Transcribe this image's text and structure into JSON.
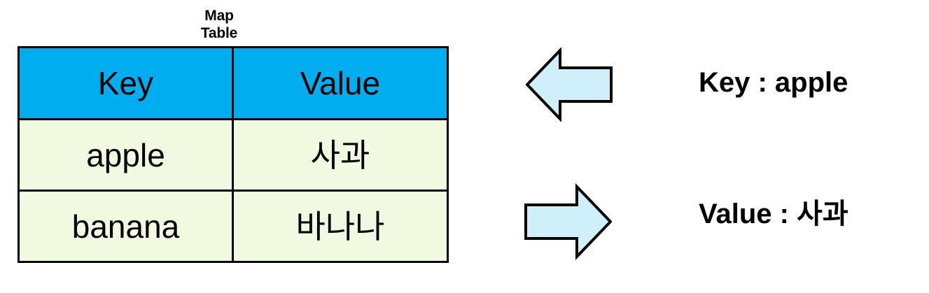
{
  "caption": {
    "line1": "Map",
    "line2": "Table"
  },
  "table": {
    "headers": [
      "Key",
      "Value"
    ],
    "rows": [
      {
        "key": "apple",
        "value": "사과"
      },
      {
        "key": "banana",
        "value": "바나나"
      }
    ]
  },
  "arrows": [
    {
      "name": "left-arrow",
      "direction": "left",
      "fill": "#CFEFFA",
      "stroke": "#000000"
    },
    {
      "name": "right-arrow",
      "direction": "right",
      "fill": "#CFEFFA",
      "stroke": "#000000"
    }
  ],
  "labels": {
    "key_label": "Key : apple",
    "value_label": "Value : 사과"
  },
  "colors": {
    "header_blue": "#00AEEF",
    "cell_green": "#F2F9E1",
    "arrow_blue": "#CFEFFA",
    "border_black": "#000000",
    "background": "#FFFFFF"
  }
}
